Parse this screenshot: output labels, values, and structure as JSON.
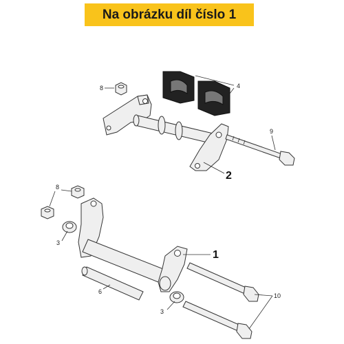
{
  "banner": {
    "text": "Na obrázku díl číslo 1"
  },
  "callouts": {
    "c8_top": "8",
    "c4": "4",
    "c9": "9",
    "c2": "2",
    "c8_bottom": "8",
    "c3_left": "3",
    "c1": "1",
    "c6": "6",
    "c3_bottom": "3",
    "c10": "10"
  },
  "colors": {
    "banner": "#f9c31b",
    "line": "#333333",
    "rubber": "#222222"
  }
}
